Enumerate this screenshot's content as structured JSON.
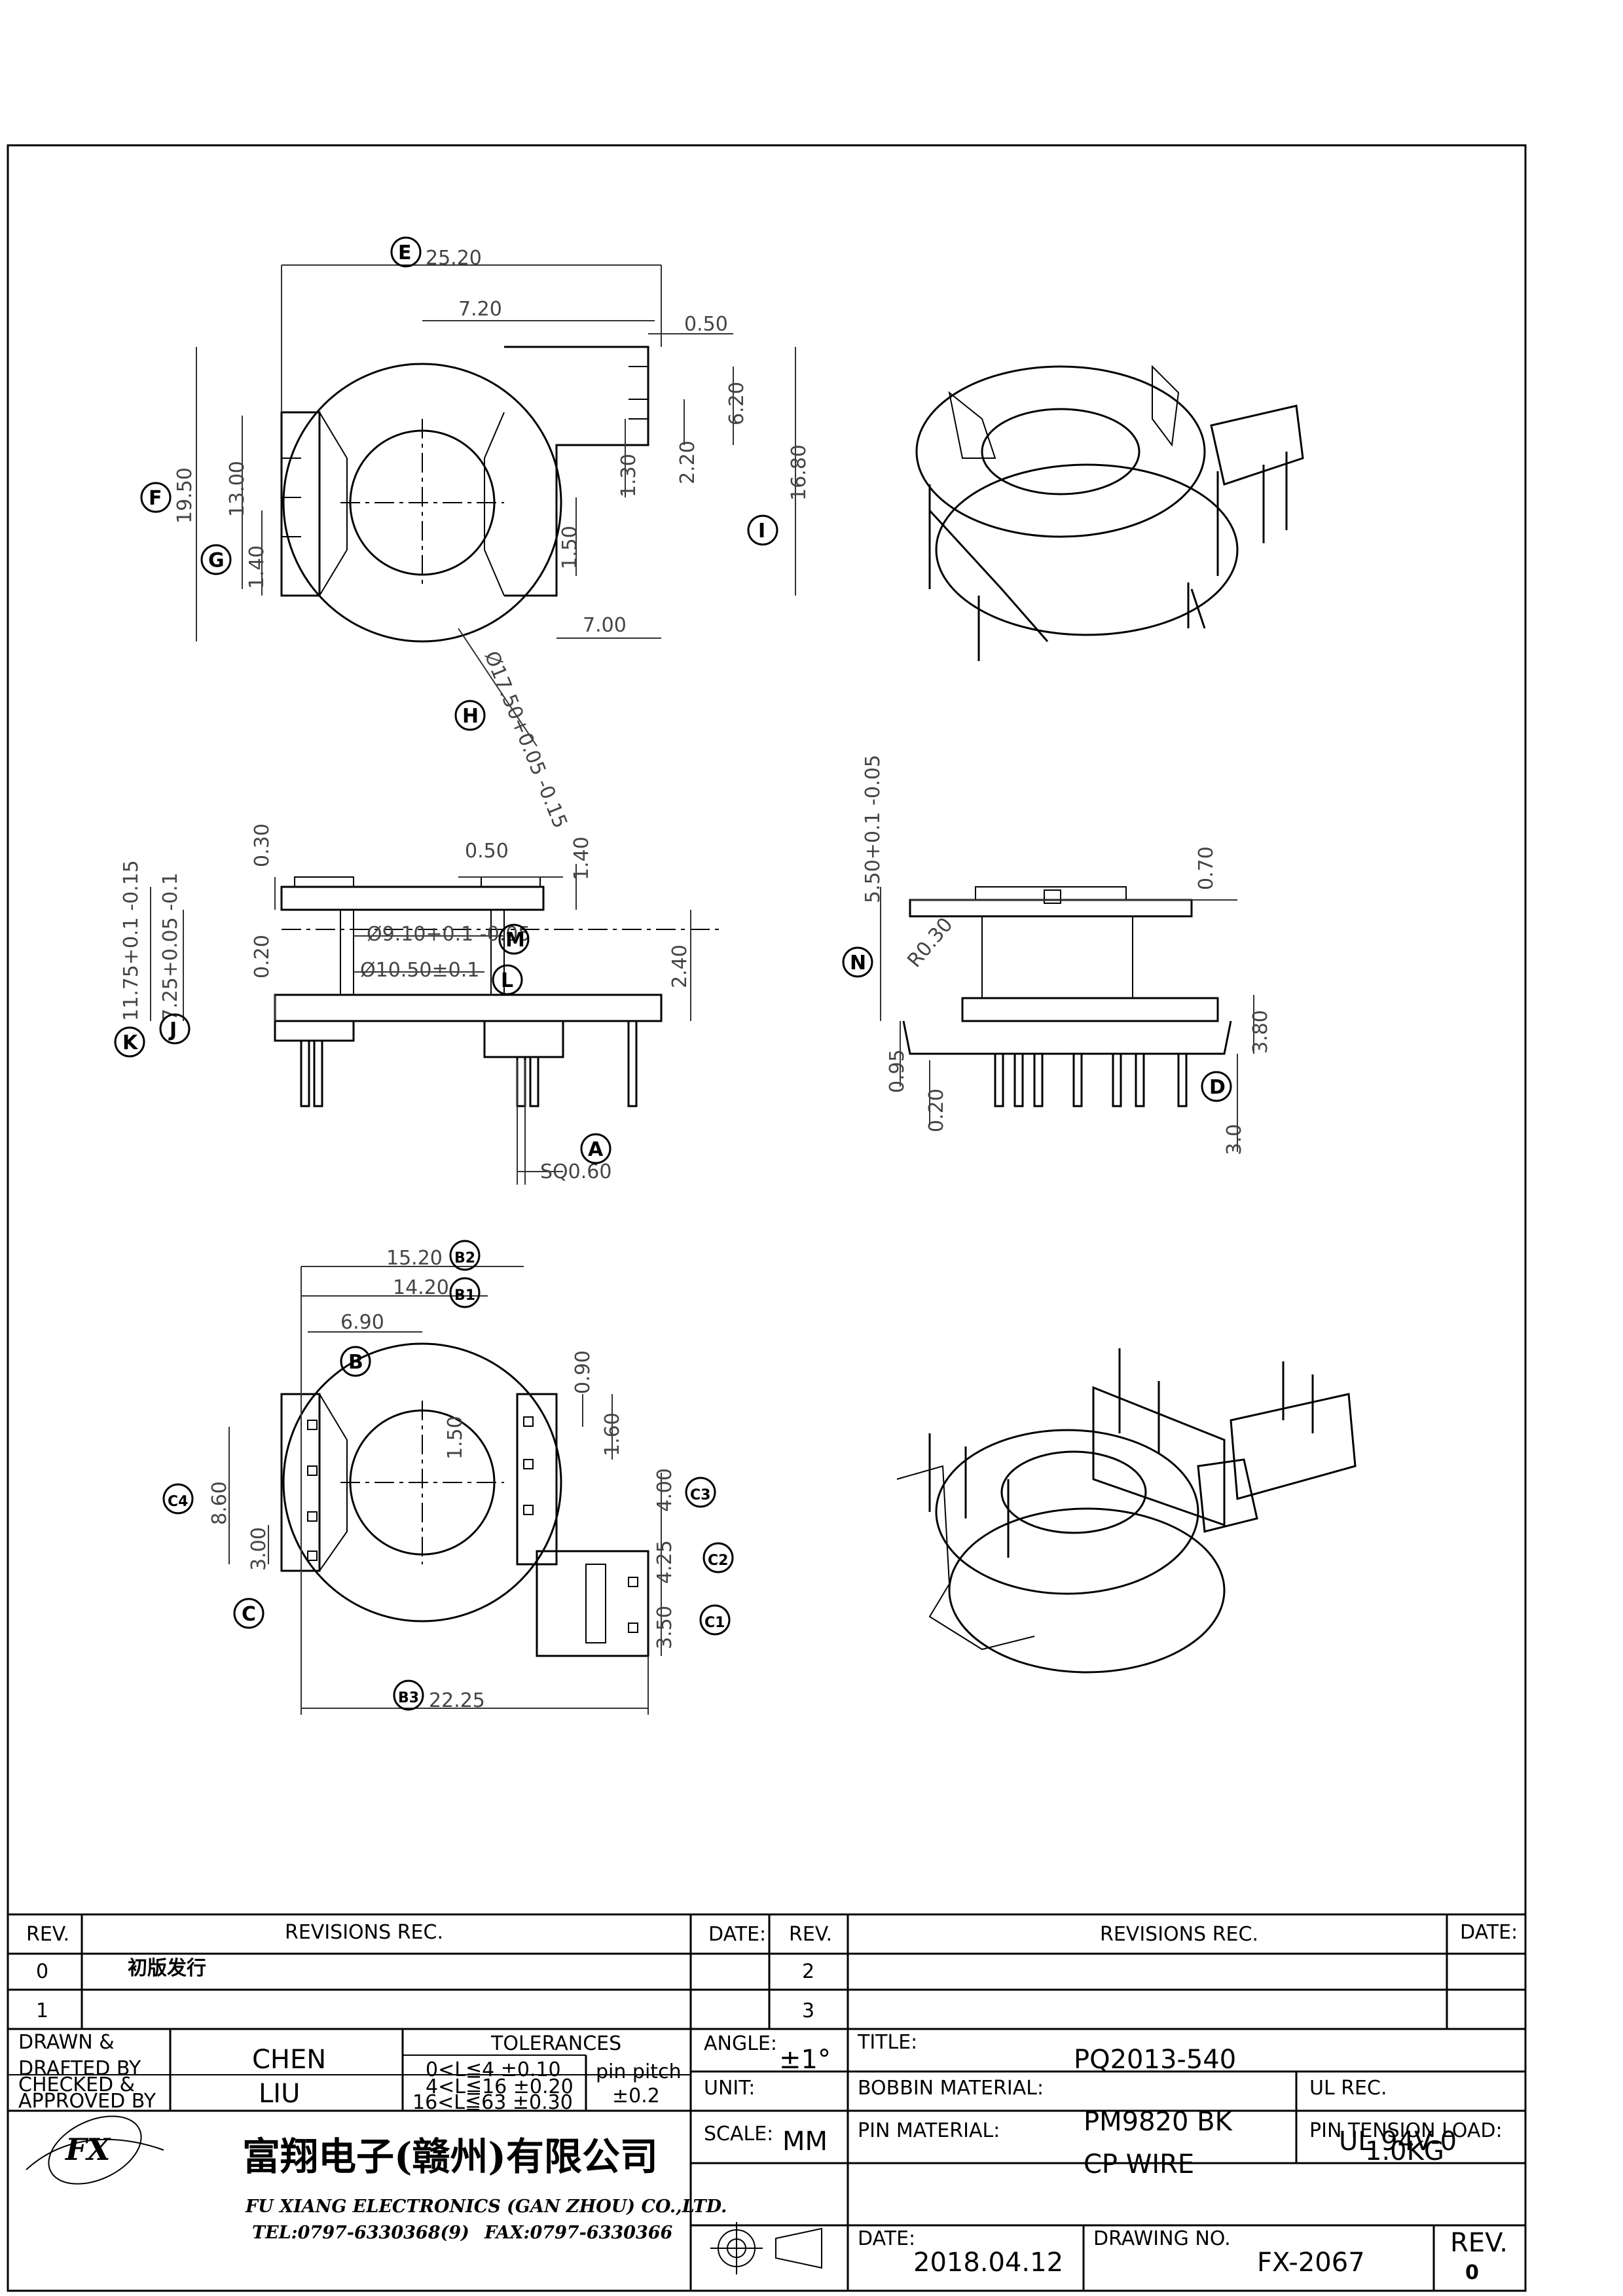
{
  "drawing": {
    "top_view": {
      "labels": {
        "E": "E",
        "F": "F",
        "G": "G",
        "H": "H",
        "I": "I"
      },
      "dims": {
        "d1": "25.20",
        "d2": "7.20",
        "d3": "0.50",
        "d4": "6.20",
        "d5": "2.20",
        "d6": "1.30",
        "d7": "16.80",
        "d8": "19.50",
        "d9": "13.00",
        "d10": "1.40",
        "d11": "1.50",
        "d12": "7.00",
        "d13": "Ø17.50+0.05 -0.15"
      }
    },
    "side_view": {
      "labels": {
        "A": "A",
        "J": "J",
        "K": "K",
        "L": "L",
        "M": "M"
      },
      "dims": {
        "d1": "0.30",
        "d2": "0.50",
        "d3": "1.40",
        "d4": "Ø9.10+0.1 -0.05",
        "d5": "Ø10.50±0.1",
        "d6": "0.20",
        "d7": "2.40",
        "d8": "11.75+0.1 -0.15",
        "d9": "7.25+0.05 -0.1",
        "d10": "SQ0.60"
      }
    },
    "front_view": {
      "labels": {
        "N": "N",
        "D": "D"
      },
      "dims": {
        "d1": "5.50+0.1 -0.05",
        "d2": "0.70",
        "d3": "R0.30",
        "d4": "3.80",
        "d5": "0.95",
        "d6": "0.20",
        "d7": "3.0"
      }
    },
    "bottom_view": {
      "labels": {
        "B": "B",
        "B1": "B1",
        "B2": "B2",
        "B3": "B3",
        "C": "C",
        "C1": "C1",
        "C2": "C2",
        "C3": "C3",
        "C4": "C4"
      },
      "dims": {
        "d1": "15.20",
        "d2": "14.20",
        "d3": "6.90",
        "d4": "0.90",
        "d5": "1.60",
        "d6": "1.50",
        "d7": "4.00",
        "d8": "4.25",
        "d9": "3.50",
        "d10": "8.60",
        "d11": "3.00",
        "d12": "22.25"
      }
    }
  },
  "title_block": {
    "rev_header": "REV.",
    "revisions_header": "REVISIONS   REC.",
    "date_header": "DATE:",
    "rev_header2": "REV.",
    "revisions_header2": "REVISIONS   REC.",
    "date_header2": "DATE:",
    "rows": [
      {
        "rev": "0",
        "text": "初版发行",
        "rev2": "2"
      },
      {
        "rev": "1",
        "text": "",
        "rev2": "3"
      }
    ],
    "drawn_label_1": "DRAWN  &",
    "drawn_label_2": "DRAFTED  BY",
    "drawn_value": "CHEN",
    "checked_label_1": "CHECKED  &",
    "checked_label_2": "APPROVED  BY",
    "checked_value": "LIU",
    "tolerances_label": "TOLERANCES",
    "tol_rows": [
      "0<L≦4    ±0.10",
      "4<L≦16  ±0.20",
      "16<L≦63  ±0.30"
    ],
    "pin_pitch_label": "pin  pitch",
    "pin_pitch_value": "±0.2",
    "angle_label": "ANGLE:",
    "angle_value": "±1°",
    "unit_label": "UNIT:",
    "unit_value": "MM",
    "scale_label": "SCALE:",
    "title_label": "TITLE:",
    "title_value": "PQ2013-540",
    "bobbin_label": "BOBBIN  MATERIAL:",
    "bobbin_value": "PM9820  BK",
    "ul_label": "UL  REC.",
    "ul_value": "UL  94V-0",
    "pin_material_label": "PIN  MATERIAL:",
    "pin_material_value": "CP  WIRE",
    "pin_tension_label": "PIN  TENSION  LOAD:",
    "pin_tension_value": "1.0KG",
    "date_label": "DATE:",
    "date_value": "2018.04.12",
    "drawing_no_label": "DRAWING  NO.",
    "drawing_no_value": "FX-2067",
    "rev_label": "REV.",
    "rev_value": "0",
    "company_cn": "富翔电子(赣州)有限公司",
    "company_en": "FU XIANG ELECTRONICS (GAN ZHOU) CO.,LTD.",
    "tel": "TEL:0797-6330368(9)",
    "fax": "FAX:0797-6330366",
    "logo_text": "FX"
  }
}
